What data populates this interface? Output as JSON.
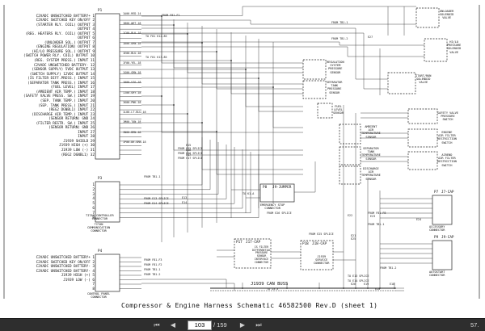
{
  "document": {
    "title": "Compressor & Engine Harness Schematic 46582500 Rev.D (sheet 1)",
    "bus_label": "J1939 CAN BUSS",
    "connectors": {
      "p1": "P1",
      "titan": "TITAN CONTROLLER\nCONNECTOR",
      "p3": "P3",
      "titan_comm": "TITAN\nCOMMUNICATION\nCONNECTOR",
      "p4": "P4",
      "control_panel": "CONTROL PANEL\nCONNECTOR",
      "p8": "P8",
      "emergency_stop": "EMERGENCY STOP\nCONNECTOR",
      "j9_jumper": "J9-JUMPER",
      "p17": "P17",
      "j17_cap": "J17-CAP",
      "diff_pressure": "IS FILTER\nDIFFERENTIAL\nPRESSURE\nSENSOR\nINTERFACE\nCONNECTOR",
      "p18": "P18",
      "j18_cap": "J18-CAP",
      "j1939_service": "J1939\nSERVICE\nCONNECTOR",
      "p7": "P7",
      "j7_cap": "J7-CAP",
      "accessory": "ACCESSORY\nCONNECTOR",
      "p9": "P9",
      "j9_cap": "J9-CAP",
      "autostart": "AUTOSTART\nCONNECTOR",
      "option": "OPTION"
    },
    "devices": {
      "regulation": "REGULATION\nSYSTEM\nPRESSURE\nSENSOR",
      "separator_tank": "SEPARATOR\nTANK\nPRESSURE\nSENSOR",
      "fuel_level": "FUEL\nLEVEL\nSENSOR",
      "ambient": "AMBIENT\nAIR\nTEMPERATURE\nSENSOR",
      "sep_tank_temp": "SEPARATOR\nTANK\nTEMPERATURE\nSENSOR",
      "discharge": "DISCHARGE\nAIR\nTEMPERATURE\nSENSOR",
      "unloader": "UNLOADER\nSOLENOID\nVALVE",
      "hi_lo": "HI/LO\nPRESSURE\nSOLENOID\nVALVE",
      "start_run": "START/RUN\nSOLENOID\nVALVE",
      "safety_valve": "SAFETY VALVE\nPRESSURE\nSWITCH",
      "engine_filter": "ENGINE\nAIR FILTER\nRESTRICTION\nSWITCH",
      "airend_filter": "AIREND\nAIR FILTER\nRESTRICTION\nSWITCH"
    },
    "p1_pins": [
      "C2VADC UNSWITCHED BATTERY+ 1",
      "C2VADC SWITCHED KEY ON/OFF 2",
      "(STARTER RLY. COIL) OUTPUT 3",
      "OUTPUT 4",
      "(REG. HEATERS RLY. COIL) OUTPUT 5",
      "OUTPUT 6",
      "(UNLOADER SOL.) OUTPUT 7",
      "(ENGINE REGULATION) OUTPUT 8",
      "(HI/LO PRESSURE SOL.) OUTPUT 9",
      "(SWITCH POWER RLY. COIL) OUTPUT 10",
      "(REG. SYSTEM PRESS.) INPUT 11",
      "C2VADC UNSWITCHED BATTERY- 12",
      "(SENSOR SUPPLY) 5VDC OUTPUT 13",
      "(SWITCH SUPPLY) 12VDC OUTPUT 14",
      "(IS FILTER DIFF.PRESS.) INPUT 15",
      "(SEPARATOR TANK PRESS.) INPUT 16",
      "(FUEL LEVEL) INPUT 17",
      "(AMBIENT AIR TEMP.) INPUT 18",
      "(SAFETY VALVE PRESS. SW.) INPUT 19",
      "(SEP. TANK TEMP.) INPUT 20",
      "(SEP. TANK PRESS.) INPUT 21",
      "(REG2 DGNBL1) INPUT 22",
      "(DISCHARGE AIR TEMP.) INPUT 23",
      "(SENSOR RETURN) GND 24",
      "(FILTER RESTR. SW.) INPUT 25",
      "(SENSOR RETURN) GND 26",
      "INPUT 27",
      "INPUT 28",
      "J1939 SHIELD 29",
      "J1939 HIGH (+) 30",
      "J1939 LOW (-) 31",
      "(REG2 DGNBL1) 32"
    ],
    "p3_pins": [
      "1",
      "2",
      "3",
      "4",
      "5",
      "6",
      "7",
      "8"
    ],
    "p4_pins": [
      "C2VADC UNSWITCHED BATTERY+ 1",
      "C2VADC SWITCHED KEY ON/OFF 2",
      "C2VADC UNSWITCHED BATTERY- 3",
      "C2VADC UNSWITCHED BATTERY- 4",
      "J1939 HIGH (+) 5",
      "J1939 LOW (-) 6",
      "7",
      "8"
    ],
    "from_labels": [
      "FROM F81-F1",
      "TO F81 K12-85",
      "TO F81 K13-85",
      "FROM E15 SPLICE",
      "FROM E16 SPLICE",
      "FROM E17 SPLICE",
      "FROM TB1-1",
      "FROM E13 SPLICE",
      "FROM E14 SPLICE",
      "FROM F81-F3",
      "FROM F81-F2",
      "FROM TB1-1",
      "FROM TB1-2",
      "TO E13 SPLICE",
      "TO E14 SPLICE",
      "FROM TB1-2",
      "FROM TB1-1",
      "FROM F81-F8",
      "FROM TB1-1",
      "FROM TB1-2",
      "TO J3-3",
      "TO K1-A",
      "FROM E25 SPLICE",
      "FROM E26 SPLICE"
    ],
    "splices": [
      "E15",
      "E16",
      "E17",
      "E13",
      "E14",
      "E27",
      "E21",
      "E22",
      "E23",
      "E24",
      "E25",
      "E26",
      "E18",
      "E19",
      "E20"
    ],
    "wire_codes": [
      "1A00-RED-14",
      "1B00-WHT-18",
      "1C00-BLK-18",
      "1D00-ORN-18",
      "1E00-BLU-18",
      "1F00-YEL-18",
      "1G00-GRN-18",
      "1H00-VIO-18",
      "1J00-GRY-18",
      "1K00-PNK-18",
      "1L00-LT.BLU-18",
      "1M00-TAN-18",
      "1N00-BRN-18",
      "1P00-DK.GRN-18"
    ]
  },
  "viewer": {
    "first_page_icon": "first-page-icon",
    "prev_page_icon": "prev-page-icon",
    "current_page": "103",
    "page_total": "/ 159",
    "next_page_icon": "next-page-icon",
    "last_page_icon": "last-page-icon",
    "zoom": "57."
  }
}
